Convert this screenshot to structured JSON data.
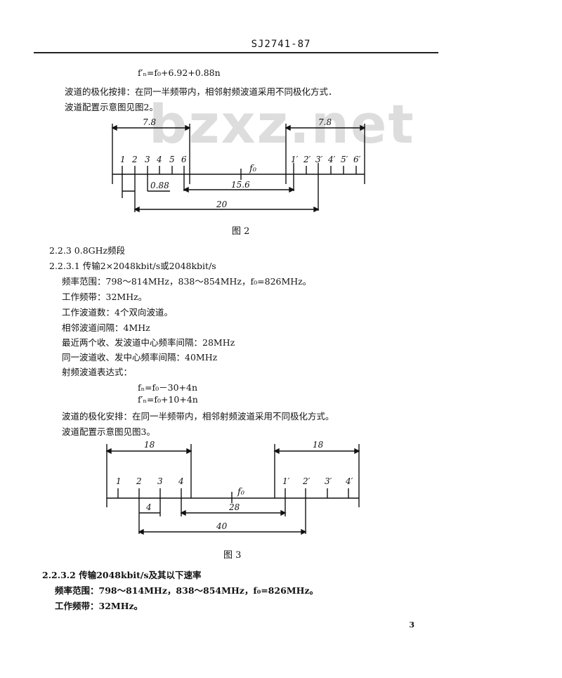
{
  "header": {
    "doc_code": "SJ2741-87"
  },
  "watermark": "bzxz.net",
  "lines": {
    "formula_top": "f′ₙ=f₀+6.92+0.88n",
    "polar1": "波道的极化按排：在同一半频带内，相邻射频波道采用不同极化方式．",
    "config1": "波道配置示意图见图2。",
    "fig2_caption": "图 2",
    "sec_223": "2.2.3  0.8GHz频段",
    "sec_2231": "2.2.3.1  传输2×2048kbit/s或2048kbit/s",
    "freq_range": "频率范围：798～814MHz，838～854MHz，f₀=826MHz。",
    "work_band": "工作频带：32MHz。",
    "channels": "工作波道数：4个双向波道。",
    "spacing": "相邻波道间隔：4MHz",
    "nearest": "最近两个收、发波道中心频率间隔：28MHz",
    "same": "同一波道收、发中心频率间隔：40MHz",
    "expr": "射频波道表达式：",
    "f_n": "fₙ=f₀－30+4n",
    "f_prime_n": "f′ₙ=f₀+10+4n",
    "polar2": "波道的极化安排：在同一半频带内，相邻射频波道采用不同极化方式。",
    "config2": "波道配置示意图见图3。",
    "fig3_caption": "图 3",
    "sec_2232": "2.2.3.2  传输2048kbit/s及其以下速率",
    "freq_range2": "频率范围：798～814MHz，838～854MHz，f₀=826MHz。",
    "work_band2": "工作频带：32MHz。"
  },
  "fig2": {
    "bracket_left": "7.8",
    "bracket_right": "7.8",
    "ticks_left": [
      "1",
      "2",
      "3",
      "4",
      "5",
      "6"
    ],
    "ticks_right": [
      "1′",
      "2′",
      "3′",
      "4′",
      "5′",
      "6′"
    ],
    "center": "f₀",
    "dim_small": "0.88",
    "dim_mid": "15.6",
    "dim_big": "20"
  },
  "fig3": {
    "bracket_left": "18",
    "bracket_right": "18",
    "ticks_left": [
      "1",
      "2",
      "3",
      "4"
    ],
    "ticks_right": [
      "1′",
      "2′",
      "3′",
      "4′"
    ],
    "center": "f₀",
    "dim_small": "4",
    "dim_mid": "28",
    "dim_big": "40"
  },
  "page_number": "3"
}
